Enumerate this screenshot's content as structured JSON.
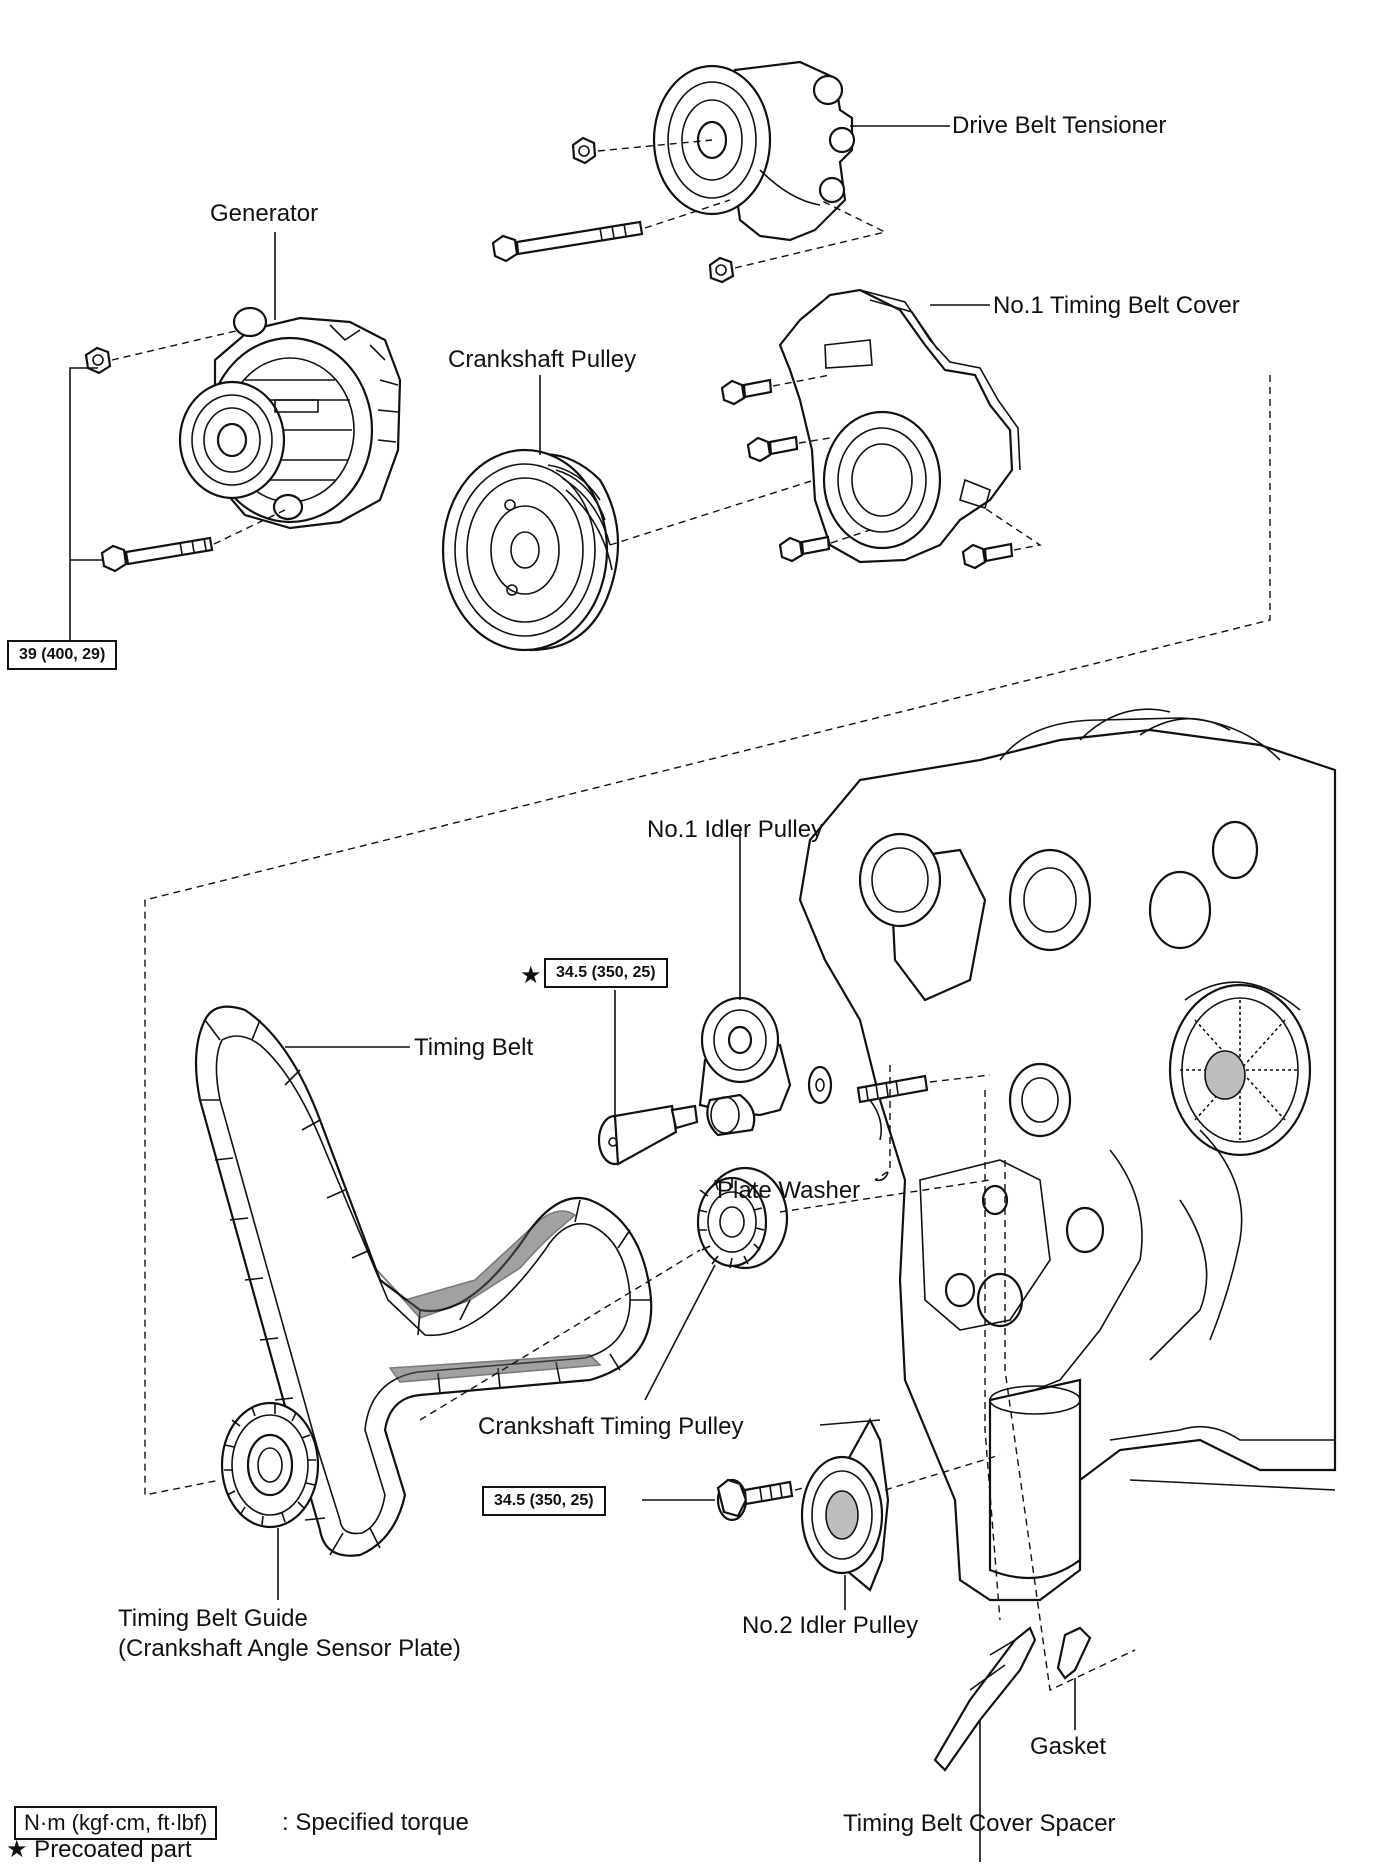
{
  "labels": {
    "drive_belt_tensioner": "Drive Belt Tensioner",
    "generator": "Generator",
    "no1_timing_belt_cover": "No.1 Timing Belt Cover",
    "crankshaft_pulley": "Crankshaft Pulley",
    "no1_idler_pulley": "No.1 Idler Pulley",
    "timing_belt": "Timing Belt",
    "plate_washer": "Plate Washer",
    "crankshaft_timing_pulley": "Crankshaft Timing Pulley",
    "no2_idler_pulley": "No.2 Idler Pulley",
    "timing_belt_guide_line1": "Timing Belt Guide",
    "timing_belt_guide_line2": "(Crankshaft Angle Sensor Plate)",
    "gasket": "Gasket",
    "timing_belt_cover_spacer": "Timing Belt Cover Spacer"
  },
  "torque_specs": {
    "generator_bolts": "39 (400, 29)",
    "no1_idler_bolt": "34.5 (350, 25)",
    "no2_idler_bolt": "34.5 (350, 25)"
  },
  "precoat_marker": "★",
  "legend": {
    "torque_units": "N·m (kgf·cm, ft·lbf)",
    "torque_desc": ": Specified torque",
    "precoat_desc": "★ Precoated part"
  }
}
